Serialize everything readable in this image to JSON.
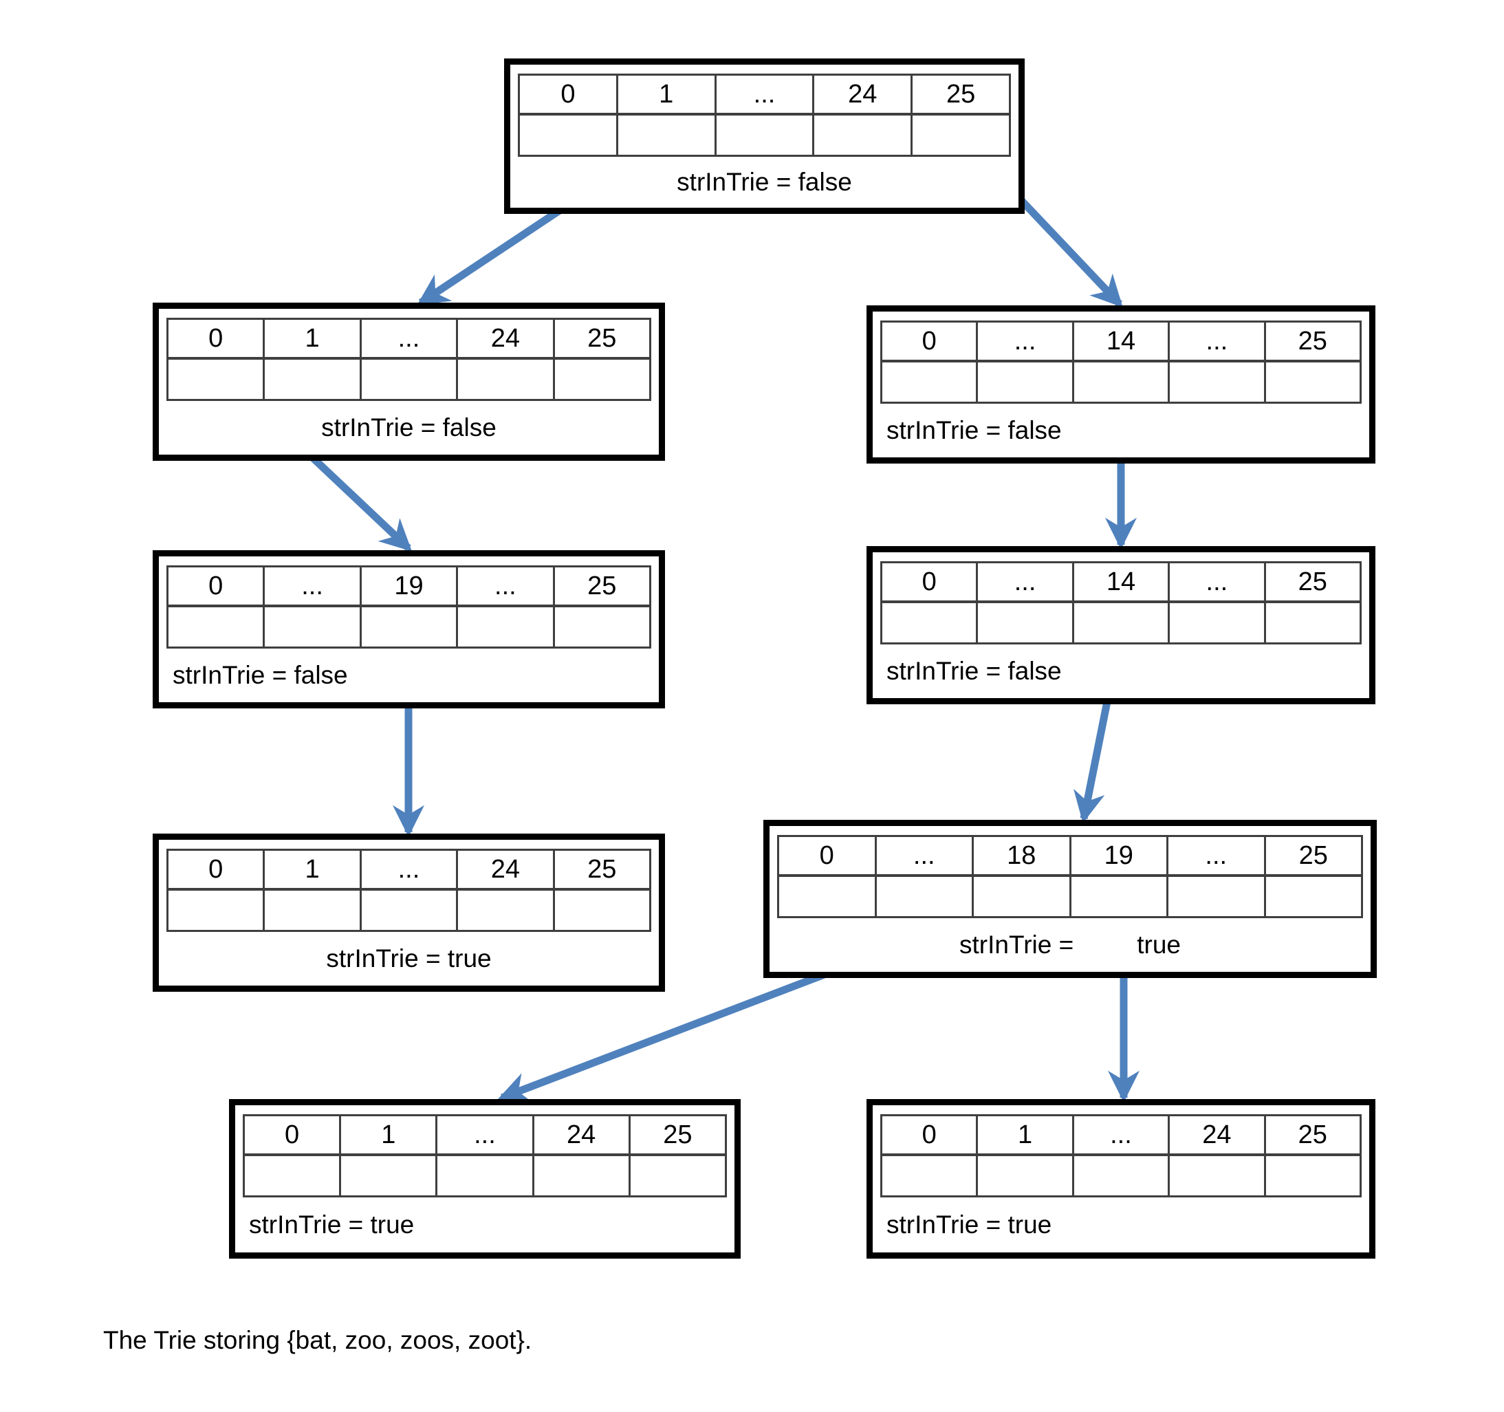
{
  "diagram": {
    "caption": "The Trie storing {bat, zoo, zoos, zoot}.",
    "arrow_color": "#4f81bd",
    "box_border_color": "#000000",
    "cell_border_color": "#3f3f3f",
    "nodes": [
      {
        "id": "root",
        "headers": [
          "0",
          "1",
          "...",
          "24",
          "25"
        ],
        "label": "strInTrie = false",
        "align": "center"
      },
      {
        "id": "b",
        "headers": [
          "0",
          "1",
          "...",
          "24",
          "25"
        ],
        "label": "strInTrie = false",
        "align": "center"
      },
      {
        "id": "z",
        "headers": [
          "0",
          "...",
          "14",
          "...",
          "25"
        ],
        "label": "strInTrie = false",
        "align": "left"
      },
      {
        "id": "ba",
        "headers": [
          "0",
          "...",
          "19",
          "...",
          "25"
        ],
        "label": "strInTrie = false",
        "align": "left"
      },
      {
        "id": "zo",
        "headers": [
          "0",
          "...",
          "14",
          "...",
          "25"
        ],
        "label": "strInTrie = false",
        "align": "left"
      },
      {
        "id": "bat",
        "headers": [
          "0",
          "1",
          "...",
          "24",
          "25"
        ],
        "label": "strInTrie = true",
        "align": "center"
      },
      {
        "id": "zoo",
        "headers": [
          "0",
          "...",
          "18",
          "19",
          "...",
          "25"
        ],
        "label_parts": [
          "strInTrie =",
          "true"
        ],
        "align": "center"
      },
      {
        "id": "zoos",
        "headers": [
          "0",
          "1",
          "...",
          "24",
          "25"
        ],
        "label": "strInTrie = true",
        "align": "left"
      },
      {
        "id": "zoot",
        "headers": [
          "0",
          "1",
          "...",
          "24",
          "25"
        ],
        "label": "strInTrie = true",
        "align": "left"
      }
    ],
    "connections": [
      {
        "from": "root",
        "from_cell": "1",
        "to": "b"
      },
      {
        "from": "root",
        "from_cell": "25",
        "to": "z"
      },
      {
        "from": "b",
        "from_cell": "0",
        "to": "ba"
      },
      {
        "from": "z",
        "from_cell": "14",
        "to": "zo"
      },
      {
        "from": "ba",
        "from_cell": "19",
        "to": "bat"
      },
      {
        "from": "zo",
        "from_cell": "14",
        "to": "zoo"
      },
      {
        "from": "zoo",
        "from_cell": "18",
        "to": "zoos"
      },
      {
        "from": "zoo",
        "from_cell": "19",
        "to": "zoot"
      }
    ]
  }
}
